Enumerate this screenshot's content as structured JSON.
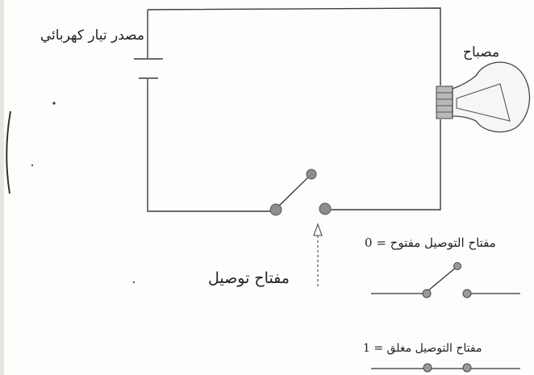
{
  "labels": {
    "power_source": "مصدر تيار كهربائي",
    "lamp": "مصباح",
    "switch": "مفتاح توصيل",
    "switch_open": "مفتاح التوصيل مفتوح = 0",
    "switch_closed": "مفتاح التوصيل مغلق = 1"
  }
}
